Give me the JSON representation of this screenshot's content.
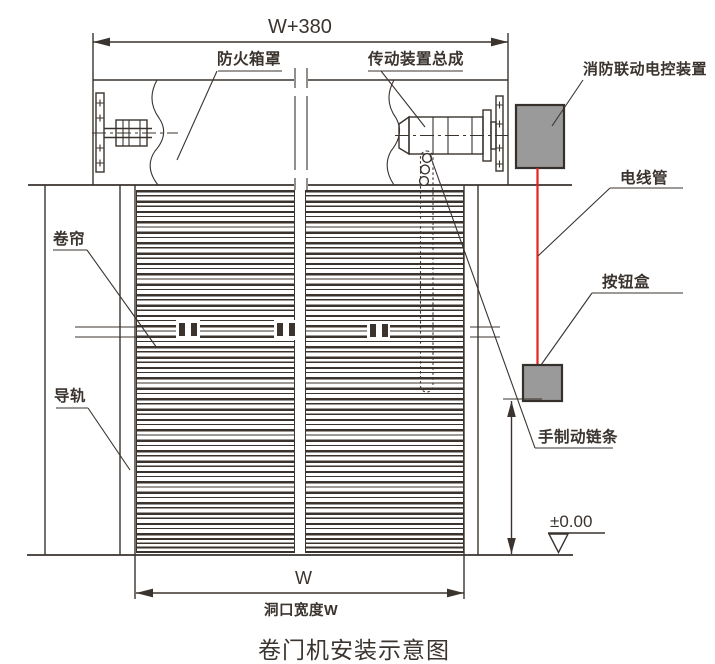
{
  "title": "卷门机安装示意图",
  "colors": {
    "line": "#3a332e",
    "device_fill": "#9a9a9a",
    "device_border": "#35302b",
    "wire_red": "#e8221c",
    "paper": "#ffffff"
  },
  "dims": {
    "top_width": "W+380",
    "opening_letter": "W",
    "opening_label": "洞口宽度W",
    "elevation": "±0.00"
  },
  "labels": {
    "fire_box_cover": "防火箱罩",
    "drive_assembly": "传动装置总成",
    "fire_linkage_control": "消防联动电控装置",
    "conduit": "电线管",
    "button_box": "按钮盒",
    "hand_brake_chain": "手制动链条",
    "roller_curtain": "卷帘",
    "guide_rail": "导轨"
  }
}
